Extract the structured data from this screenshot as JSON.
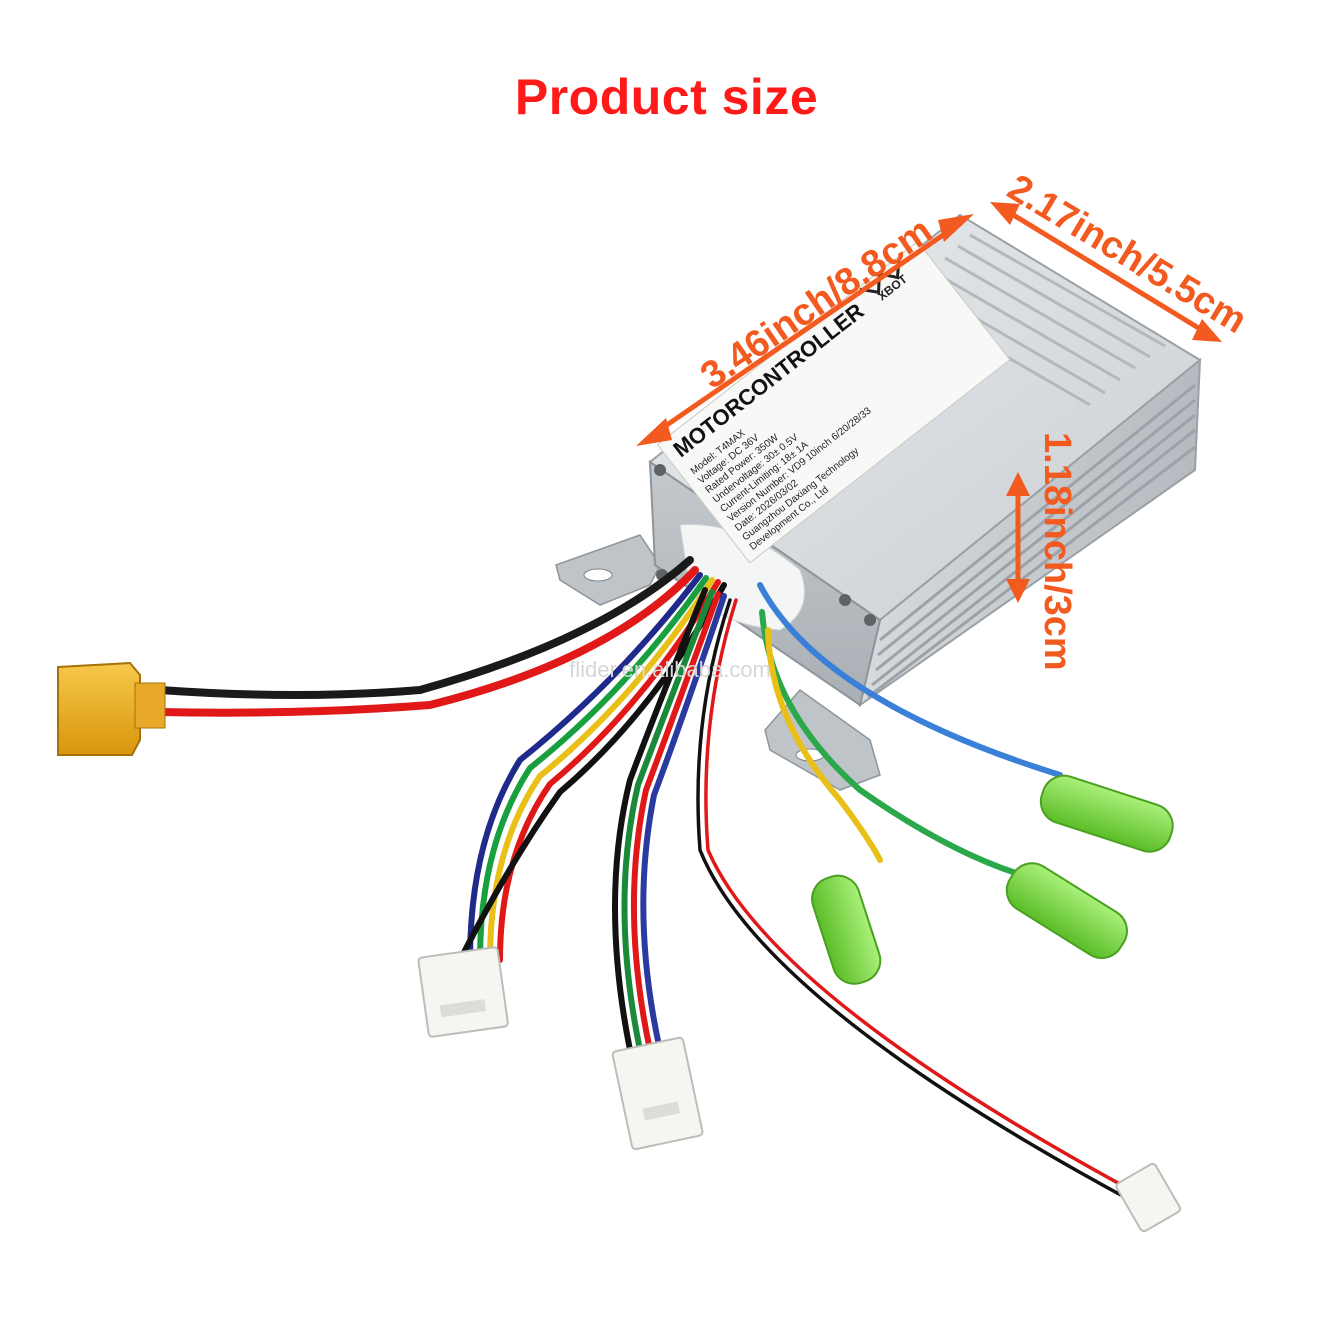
{
  "title": "Product size",
  "dimensions": {
    "length": "3.46inch/8.8cm",
    "width": "2.17inch/5.5cm",
    "height": "1.18inch/3cm"
  },
  "label": {
    "heading": "MOTORCONTROLLER",
    "brand": "XBOT",
    "lines": [
      "Model: T4MAX",
      "Voltage: DC 36V",
      "Rated Power: 350W",
      "Undervoltage: 30± 0.5V",
      "Current-Limiting: 18± 1A",
      "Version Number: VD9 10inch  6/20/28/33",
      "Date: 2026/03/02",
      "Guangzhou Daxiang Technology",
      "Development Co., Ltd"
    ]
  },
  "watermark": "flider.en.alibaba.com",
  "colors": {
    "title": "#ff1a1a",
    "dimension": "#f25a1f",
    "housing": "#cfd3d6",
    "connector": "#f2b120",
    "bullet": "#7ddc3c"
  }
}
